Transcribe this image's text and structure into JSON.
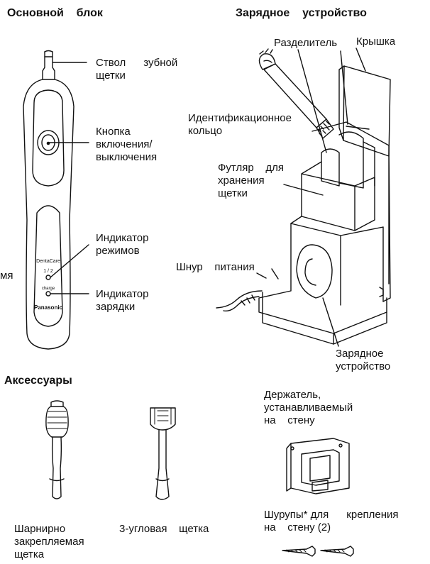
{
  "headings": {
    "main_unit": "Основной    блок",
    "charger": "Зарядное    устройство",
    "accessories": "Аксессуары"
  },
  "labels": {
    "brush_shaft": "Ствол      зубной\nщетки",
    "power_button": "Кнопка\nвключения/\nвыключения",
    "mode_indicator": "Индикатор\nрежимов",
    "charge_indicator": "Индикатор\nзарядки",
    "cut_text": "мя",
    "separator": "Разделитель",
    "lid": "Крышка",
    "id_ring": "Идентификационное\nкольцо",
    "case": "Футляр    для\nхранения\nщетки",
    "power_cord": "Шнур    питания",
    "charger_unit": "Зарядное\nустройство",
    "wall_holder": "Держатель,\nустанавливаемый\nна    стену",
    "screws": "Шурупы* для      крепления\nна    стену (2)",
    "hinged_brush": "Шарнирно\nзакрепляемая\nщетка",
    "triangle_brush": "3-угловая    щетка"
  },
  "device_text": {
    "brand_top": "DentaCare",
    "mode": "1 / 2",
    "charge": "charge",
    "brand": "Panasonic"
  },
  "colors": {
    "line": "#111111",
    "fill": "#ffffff",
    "shade": "#cccccc"
  }
}
